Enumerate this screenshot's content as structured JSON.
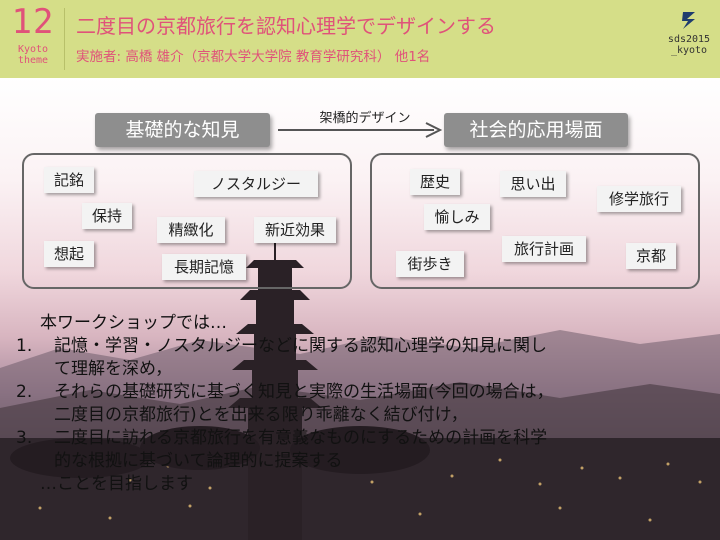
{
  "header": {
    "number": "12",
    "theme_line1": "Kyoto",
    "theme_line2": "theme",
    "title": "二度目の京都旅行を認知心理学でデザインする",
    "subtitle": "実施者: 高橋 雄介（京都大学大学院 教育学研究科） 他1名",
    "logo_line1": "sds2015",
    "logo_line2": "_kyoto"
  },
  "diagram": {
    "left_heading": "基礎的な知見",
    "right_heading": "社会的応用場面",
    "arrow_label": "架橋的デザイン",
    "left_tags": [
      "記銘",
      "ノスタルジー",
      "保持",
      "精緻化",
      "新近効果",
      "想起",
      "長期記憶"
    ],
    "right_tags": [
      "歴史",
      "思い出",
      "修学旅行",
      "愉しみ",
      "旅行計画",
      "街歩き",
      "京都"
    ]
  },
  "text": {
    "lead": "本ワークショップでは…",
    "items": [
      {
        "num": "1.",
        "line1": "記憶・学習・ノスタルジーなどに関する認知心理学の知見に関し",
        "line2": "て理解を深め，"
      },
      {
        "num": "2.",
        "line1": "それらの基礎研究に基づく知見と実際の生活場面(今回の場合は，",
        "line2": "二度目の京都旅行)とを出来る限り乖離なく結び付け，"
      },
      {
        "num": "3.",
        "line1": "二度目に訪れる京都旅行を有意義なものにするための計画を科学",
        "line2": "的な根拠に基づいて論理的に提案する"
      }
    ],
    "closing": "…ことを目指します"
  },
  "colors": {
    "header_bg": "#d5de88",
    "accent": "#e0527a",
    "heading_box": "#8e8e8e"
  }
}
